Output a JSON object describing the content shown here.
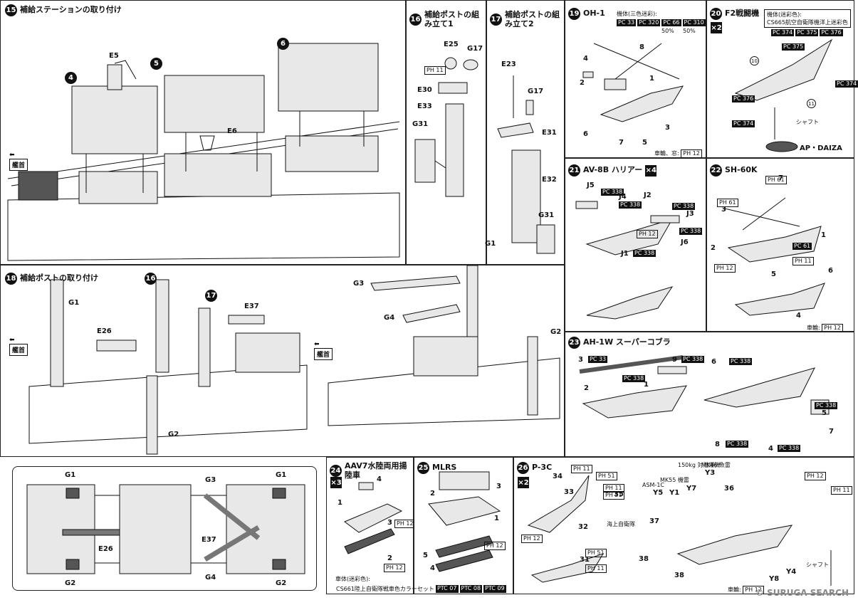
{
  "sections": {
    "s15": {
      "num": "15",
      "title": "補給ステーションの取り付け"
    },
    "s16": {
      "num": "16",
      "title": "補給ポストの組み立て1"
    },
    "s17": {
      "num": "17",
      "title": "補給ポストの組み立て2"
    },
    "s18": {
      "num": "18",
      "title": "補給ポストの取り付け"
    },
    "s19": {
      "num": "19",
      "title": "OH-1",
      "note": "機体(三色迷彩):",
      "extra": "車輪、窓:"
    },
    "s20": {
      "num": "20",
      "title": "F2戦闘機",
      "mult": "×2",
      "note1": "機体(迷彩色):",
      "note2": "CS665航空自衛隊機洋上迷彩色",
      "stand": "シャフト",
      "base": "AP・DAIZA"
    },
    "s21": {
      "num": "21",
      "title": "AV-8B ハリアー",
      "mult": "×4"
    },
    "s22": {
      "num": "22",
      "title": "SH-60K",
      "extra": "車輪:"
    },
    "s23": {
      "num": "23",
      "title": "AH-1W スーパーコブラ"
    },
    "s24": {
      "num": "24",
      "title": "AAV7水陸両用揚陸車",
      "mult": "×3",
      "note1": "車体(迷彩色):",
      "note2": "CS661陸上自衛隊戦車色カラーセット"
    },
    "s25": {
      "num": "25",
      "title": "MLRS"
    },
    "s26": {
      "num": "26",
      "title": "P-3C",
      "mult": "×2",
      "extra": "車輪:",
      "stand": "シャフト"
    }
  },
  "labels": {
    "bow": "艦首",
    "s15": [
      "E5",
      "E6",
      "4",
      "5",
      "6"
    ],
    "s16": [
      "E25",
      "G17",
      "E30",
      "E33",
      "G31"
    ],
    "s17": [
      "E23",
      "G17",
      "E31",
      "E32",
      "G31"
    ],
    "s18": [
      "G1",
      "E26",
      "16",
      "17",
      "E37",
      "G2",
      "G3",
      "G4",
      "G1",
      "G2"
    ],
    "plan": [
      "G1",
      "G3",
      "G1",
      "E26",
      "E37",
      "G2",
      "G4",
      "G2"
    ],
    "s19": [
      "4",
      "8",
      "2",
      "1",
      "6",
      "7",
      "5",
      "3"
    ],
    "s20": [
      "10",
      "11"
    ],
    "s21": [
      "J5",
      "J4",
      "J2",
      "J3",
      "J6",
      "J1"
    ],
    "s22": [
      "7",
      "3",
      "1",
      "2",
      "5",
      "6",
      "4"
    ],
    "s23": [
      "3",
      "9",
      "6",
      "8",
      "2",
      "1",
      "5",
      "7",
      "4"
    ],
    "s24": [
      "4",
      "1",
      "3",
      "2"
    ],
    "s25": [
      "3",
      "1",
      "5",
      "4",
      "2"
    ],
    "s26": [
      "34",
      "33",
      "35",
      "32",
      "31",
      "36",
      "37",
      "38",
      "38",
      "Y5",
      "Y1",
      "Y7",
      "Y3",
      "Y8",
      "Y4"
    ],
    "s26_weapons": [
      "ASM-1C",
      "MK55 機雷",
      "150kg 対潜爆弾",
      "MK46 魚雷"
    ],
    "s26_mid": [
      "海上自衛隊"
    ]
  },
  "paint": {
    "s19": [
      "PC 33",
      "PC 320",
      "PC 66",
      "PC 310",
      "50%",
      "50%"
    ],
    "s19_extra": "PH 12",
    "s20": [
      "PC 374",
      "PC 375",
      "PC 376",
      "PC 375",
      "PC 376",
      "PC 374",
      "PC 374"
    ],
    "s21": [
      "PC 338",
      "PC 338",
      "PC 338",
      "PH 12",
      "PC 338",
      "PC 338"
    ],
    "s22": [
      "PH 61",
      "PH 61",
      "PC 61",
      "PH 11",
      "PH 12"
    ],
    "s22_extra": "PH 12",
    "s23": [
      "PC 33",
      "PC 338",
      "PC 338",
      "PC 338",
      "PC 338",
      "PC 338",
      "PC 338"
    ],
    "s24": [
      "PH 12",
      "PH 12"
    ],
    "s24_extra": [
      "PTC 07",
      "PTC 08",
      "PTC 09"
    ],
    "s25": [
      "PH 12"
    ],
    "s26": [
      "PH 11",
      "PH 51",
      "PH 11",
      "PH 51",
      "PH 12",
      "PH 51",
      "PH 11",
      "PH 12",
      "PH 11"
    ],
    "s26_extra": "PH 12",
    "s16": [
      "PH 11"
    ]
  },
  "watermark": "© SURUGA SEARCH"
}
